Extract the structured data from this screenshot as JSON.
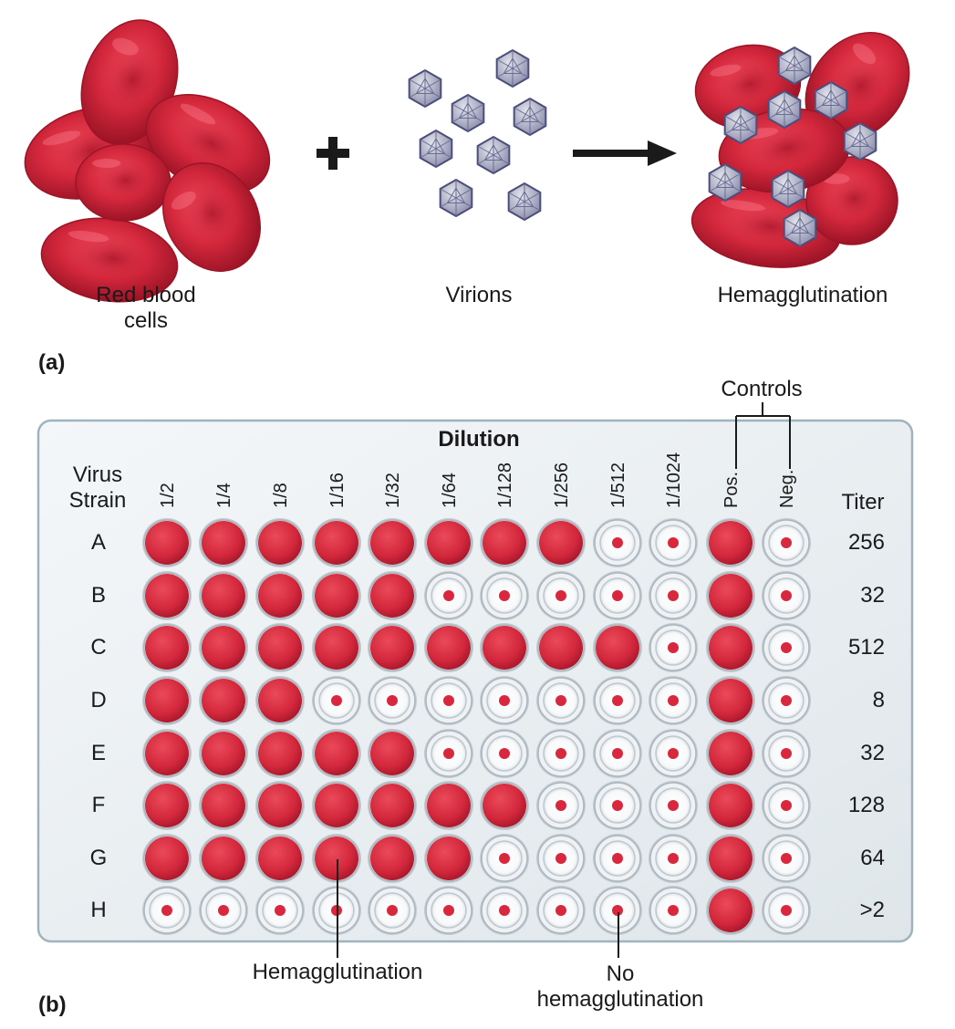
{
  "panel_a": {
    "label": "(a)",
    "rbc_label": "Red blood\ncells",
    "virion_label": "Virions",
    "result_label": "Hemagglutination",
    "colors": {
      "rbc": "#d3273c",
      "rbc_dark": "#8e0f1e",
      "virion": "#9a9cb4",
      "virion_edge": "#4b4d7a"
    }
  },
  "panel_b": {
    "label": "(b)",
    "header_dilution": "Dilution",
    "header_strain": "Virus\nStrain",
    "header_titer": "Titer",
    "controls_label": "Controls",
    "dilutions": [
      "1/2",
      "1/4",
      "1/8",
      "1/16",
      "1/32",
      "1/64",
      "1/128",
      "1/256",
      "1/512",
      "1/1024",
      "Pos.",
      "Neg."
    ],
    "rows": [
      {
        "strain": "A",
        "titer": "256",
        "agglutinated": 8
      },
      {
        "strain": "B",
        "titer": "32",
        "agglutinated": 5
      },
      {
        "strain": "C",
        "titer": "512",
        "agglutinated": 9
      },
      {
        "strain": "D",
        "titer": "8",
        "agglutinated": 3
      },
      {
        "strain": "E",
        "titer": "32",
        "agglutinated": 5
      },
      {
        "strain": "F",
        "titer": "128",
        "agglutinated": 7
      },
      {
        "strain": "G",
        "titer": "64",
        "agglutinated": 6
      },
      {
        "strain": "H",
        "titer": ">2",
        "agglutinated": 0
      }
    ],
    "callout_positive": "Hemagglutination",
    "callout_negative": "No\nhemagglutination",
    "colors": {
      "well_fill": "#d3273c",
      "dot": "#d9283d",
      "plate": "#e6ecf0",
      "plate_edge": "#9fb3bf",
      "well_ring": "#b9c2c8"
    }
  }
}
